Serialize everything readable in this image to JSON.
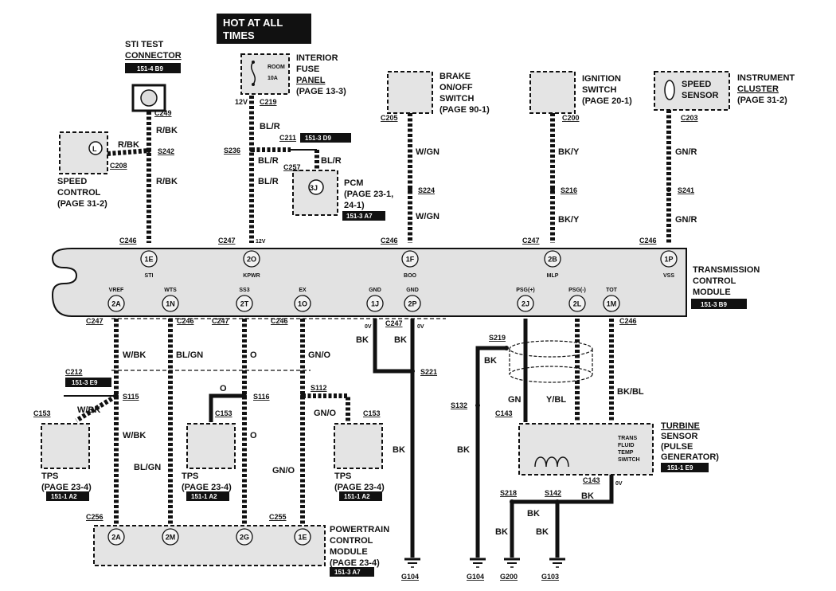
{
  "hot_banner": {
    "line1": "HOT AT ALL",
    "line2": "TIMES"
  },
  "components": {
    "sti_test_connector": {
      "name_line1": "STI TEST",
      "name_line2": "CONNECTOR",
      "ref": "151-4  B9"
    },
    "interior_fuse_panel": {
      "name_line1": "INTERIOR",
      "name_line2": "FUSE",
      "name_line3": "PANEL",
      "page": "(PAGE 13-3)",
      "fuse_label1": "ROOM",
      "fuse_label2": "10A",
      "voltage": "12V"
    },
    "brake_switch": {
      "name_line1": "BRAKE",
      "name_line2": "ON/OFF",
      "name_line3": "SWITCH",
      "page": "(PAGE 90-1)"
    },
    "ignition_switch": {
      "name_line1": "IGNITION",
      "name_line2": "SWITCH",
      "page": "(PAGE 20-1)"
    },
    "instrument_cluster": {
      "name_line1": "INSTRUMENT",
      "name_line2": "CLUSTER",
      "page": "(PAGE 31-2)",
      "inner1": "SPEED",
      "inner2": "SENSOR"
    },
    "speed_control": {
      "name_line1": "SPEED",
      "name_line2": "CONTROL",
      "page": "(PAGE 31-2)",
      "inner": "L"
    },
    "pcm_top": {
      "name": "PCM",
      "page1": "(PAGE 23-1,",
      "page2": "24-1)",
      "ref": "151-3  A7",
      "inner": "3J"
    },
    "tcm": {
      "name_line1": "TRANSMISSION",
      "name_line2": "CONTROL",
      "name_line3": "MODULE",
      "ref": "151-3  B9"
    },
    "turbine_sensor": {
      "name_line1": "TURBINE",
      "name_line2": "SENSOR",
      "name_line3": "(PULSE",
      "name_line4": "GENERATOR)",
      "ref": "151-1  E9",
      "inner1": "TRANS",
      "inner2": "FLUID",
      "inner3": "TEMP",
      "inner4": "SWITCH"
    },
    "tps1": {
      "name": "TPS",
      "page": "(PAGE 23-4)",
      "ref": "151-1  A2"
    },
    "tps2": {
      "name": "TPS",
      "page": "(PAGE 23-4)",
      "ref": "151-1  A2"
    },
    "tps3": {
      "name": "TPS",
      "page": "(PAGE 23-4)",
      "ref": "151-1  A2"
    },
    "powertrain": {
      "name_line1": "POWERTRAIN",
      "name_line2": "CONTROL",
      "name_line3": "MODULE",
      "page": "(PAGE 23-4)",
      "ref": "151-3  A7"
    }
  },
  "tcm_top_pins": [
    {
      "id": "1E",
      "func": "STI"
    },
    {
      "id": "2O",
      "func": "KPWR"
    },
    {
      "id": "1F",
      "func": "BOO"
    },
    {
      "id": "2B",
      "func": "MLP"
    },
    {
      "id": "1P",
      "func": "VSS"
    }
  ],
  "tcm_bottom_pins": [
    {
      "id": "2A",
      "func": "VREF"
    },
    {
      "id": "1N",
      "func": "WTS"
    },
    {
      "id": "2T",
      "func": "SS3"
    },
    {
      "id": "1O",
      "func": "EX"
    },
    {
      "id": "1J",
      "func": "GND"
    },
    {
      "id": "2P",
      "func": "GND"
    },
    {
      "id": "2J",
      "func": "PSG(+)"
    },
    {
      "id": "2L",
      "func": "PSG(-)"
    },
    {
      "id": "1M",
      "func": "TOT"
    }
  ],
  "pcm_bottom_pins": [
    "2A",
    "2M",
    "2G",
    "1E"
  ],
  "connectors": {
    "c249": "C249",
    "c219": "C219",
    "c205": "C205",
    "c200": "C200",
    "c203": "C203",
    "c208": "C208",
    "c211": "C211",
    "c211_ref": "151-3  D9",
    "c257": "C257",
    "c246_a": "C246",
    "c247_a": "C247",
    "c246_b": "C246",
    "c247_b": "C247",
    "c246_c": "C246",
    "c247_c": "C247",
    "c246_d": "C246",
    "c247_d": "C247",
    "c246_e": "C246",
    "c247_e": "C247",
    "c246_f": "C246",
    "c212": "C212",
    "c212_ref": "151-3  E9",
    "c153_a": "C153",
    "c153_b": "C153",
    "c153_c": "C153",
    "c143_a": "C143",
    "c143_b": "C143",
    "c256": "C256",
    "c255": "C255"
  },
  "splices": {
    "s242": "S242",
    "s236": "S236",
    "s224": "S224",
    "s216": "S216",
    "s241": "S241",
    "s115": "S115",
    "s116": "S116",
    "s112": "S112",
    "s221": "S221",
    "s219": "S219",
    "s132": "S132",
    "s218": "S218",
    "s142": "S142"
  },
  "wire_colors": {
    "r_bk_1": "R/BK",
    "r_bk_2": "R/BK",
    "r_bk_3": "R/BK",
    "bl_r_1": "BL/R",
    "bl_r_2": "BL/R",
    "bl_r_3": "BL/R",
    "bl_r_4": "BL/R",
    "w_gn_1": "W/GN",
    "w_gn_2": "W/GN",
    "bk_y_1": "BK/Y",
    "bk_y_2": "BK/Y",
    "gn_r_1": "GN/R",
    "gn_r_2": "GN/R",
    "w_bk_1": "W/BK",
    "w_bk_2": "W/BK",
    "w_bk_3": "W/BK",
    "bl_gn_1": "BL/GN",
    "bl_gn_2": "BL/GN",
    "o_1": "O",
    "o_2": "O",
    "o_3": "O",
    "gn_o_1": "GN/O",
    "gn_o_2": "GN/O",
    "gn_o_3": "GN/O",
    "bk_1": "BK",
    "bk_2": "BK",
    "bk_3": "BK",
    "bk_4": "BK",
    "bk_5": "BK",
    "bk_6": "BK",
    "bk_7": "BK",
    "bk_8": "BK",
    "bk_9": "BK",
    "gn": "GN",
    "y_bl": "Y/BL",
    "bk_bl": "BK/BL"
  },
  "voltages": {
    "v12_a": "12V",
    "v12_b": "12V",
    "ov_a": "0V",
    "ov_b": "0V",
    "ov_c": "0V"
  },
  "grounds": {
    "g104_a": "G104",
    "g104_b": "G104",
    "g200": "G200",
    "g103": "G103"
  }
}
